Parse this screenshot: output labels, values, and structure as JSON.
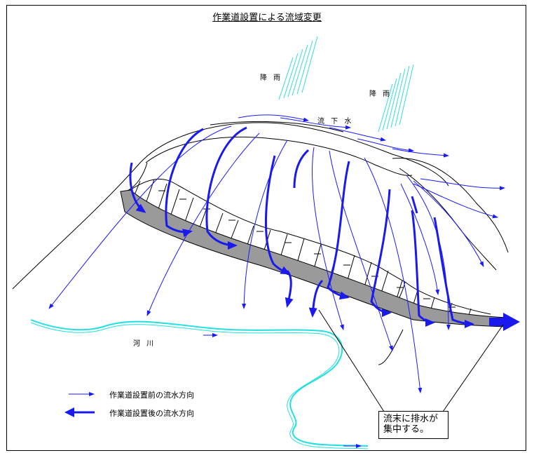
{
  "title": "作業道設置による流域変更",
  "labels": {
    "rain1": "降 雨",
    "rain2": "降 雨",
    "runoff": "流 下 水",
    "river": "河 川"
  },
  "legend": {
    "before": "作業道設置前の流水方向",
    "after": "作業道設置後の流水方向"
  },
  "callout": {
    "line1": "流末に排水が",
    "line2": "集中する。"
  },
  "colors": {
    "thin_arrow": "#1a1aff",
    "thick_arrow": "#1a1aee",
    "rain": "#33dddd",
    "river": "#22e0e0",
    "road": "#9a9a9a"
  }
}
